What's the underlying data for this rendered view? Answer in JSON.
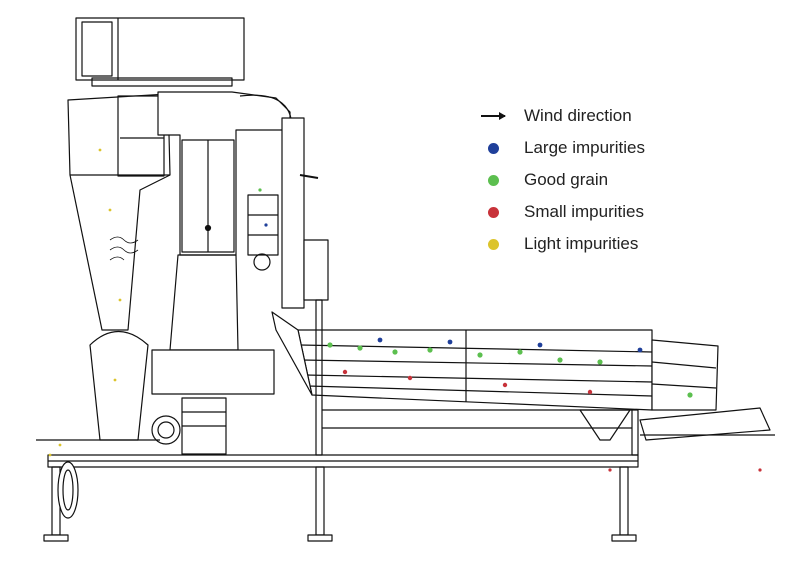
{
  "legend": {
    "items": [
      {
        "key": "wind",
        "label": "Wind direction",
        "symbol": "arrow-icon"
      },
      {
        "key": "large",
        "label": "Large impurities",
        "color": "#1f3f9a"
      },
      {
        "key": "good",
        "label": "Good grain",
        "color": "#5cbf4f"
      },
      {
        "key": "small",
        "label": "Small impurities",
        "color": "#c8323a"
      },
      {
        "key": "light",
        "label": "Light impurities",
        "color": "#dcc42c"
      }
    ]
  },
  "colors": {
    "line": "#111111",
    "large": "#1f3f9a",
    "good": "#5cbf4f",
    "small": "#c8323a",
    "light": "#dcc42c"
  }
}
